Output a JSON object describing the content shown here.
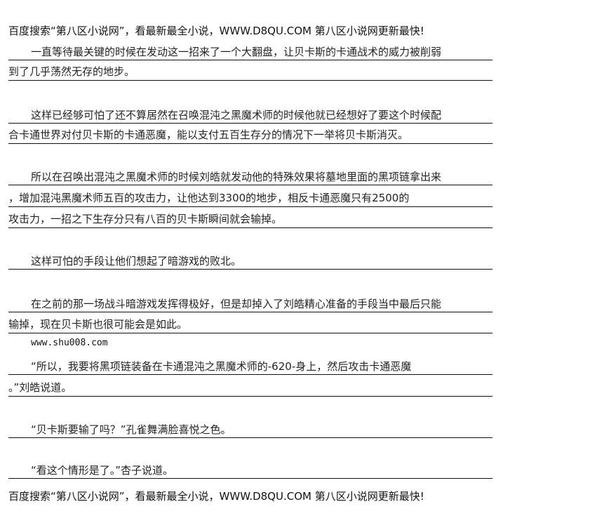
{
  "header": "百度搜索“第八区小说网”，看最新最全小说，WWW.D8QU.COM  第八区小说网更新最快!",
  "footer": "百度搜索“第八区小说网”，看最新最全小说，WWW.D8QU.COM  第八区小说网更新最快!",
  "lines": [
    "一直等待最关键的时候在发动这一招来了一个大翻盘，让贝卡斯的卡通战术的威力被削弱",
    "到了几乎荡然无存的地步。",
    "这样已经够可怕了还不算居然在召唤混沌之黑魔术师的时候他就已经想好了要这个时候配",
    "合卡通世界对付贝卡斯的卡通恶魔，能以支付五百生存分的情况下一举将贝卡斯消灭。",
    "所以在召唤出混沌之黑魔术师的时候刘皓就发动他的特殊效果将墓地里面的黑项链拿出来",
    "，增加混沌黑魔术师五百的攻击力，让他达到3300的地步，相反卡通恶魔只有2500的",
    "攻击力，一招之下生存分只有八百的贝卡斯瞬间就会输掉。",
    "这样可怕的手段让他们想起了暗游戏的败北。",
    "在之前的那一场战斗暗游戏发挥得极好，但是却掉入了刘皓精心准备的手段当中最后只能",
    "输掉，现在贝卡斯也很可能会是如此。",
    "“所以，我要将黑项链装备在卡通混沌之黑魔术师的-620-身上，然后攻击卡通恶魔",
    "。”刘皓说道。",
    "“贝卡斯要输了吗？”孔雀舞满脸喜悦之色。",
    "“看这个情形是了。”杏子说道。"
  ],
  "site_url": "www.shu008.com"
}
